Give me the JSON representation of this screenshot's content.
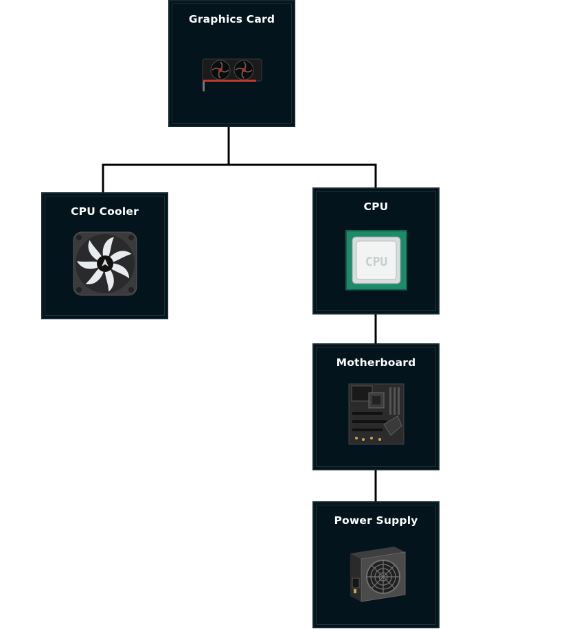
{
  "colors": {
    "node_bg": "#03141d",
    "node_border": "#16262f",
    "connector": "#000000",
    "title": "#ffffff"
  },
  "nodes": {
    "gpu": {
      "title": "Graphics Card",
      "icon": "graphics-card-icon"
    },
    "cooler": {
      "title": "CPU Cooler",
      "icon": "fan-icon"
    },
    "cpu": {
      "title": "CPU",
      "icon": "cpu-chip-icon",
      "chip_text": "CPU"
    },
    "mobo": {
      "title": "Motherboard",
      "icon": "motherboard-icon"
    },
    "psu": {
      "title": "Power Supply",
      "icon": "power-supply-icon"
    }
  }
}
